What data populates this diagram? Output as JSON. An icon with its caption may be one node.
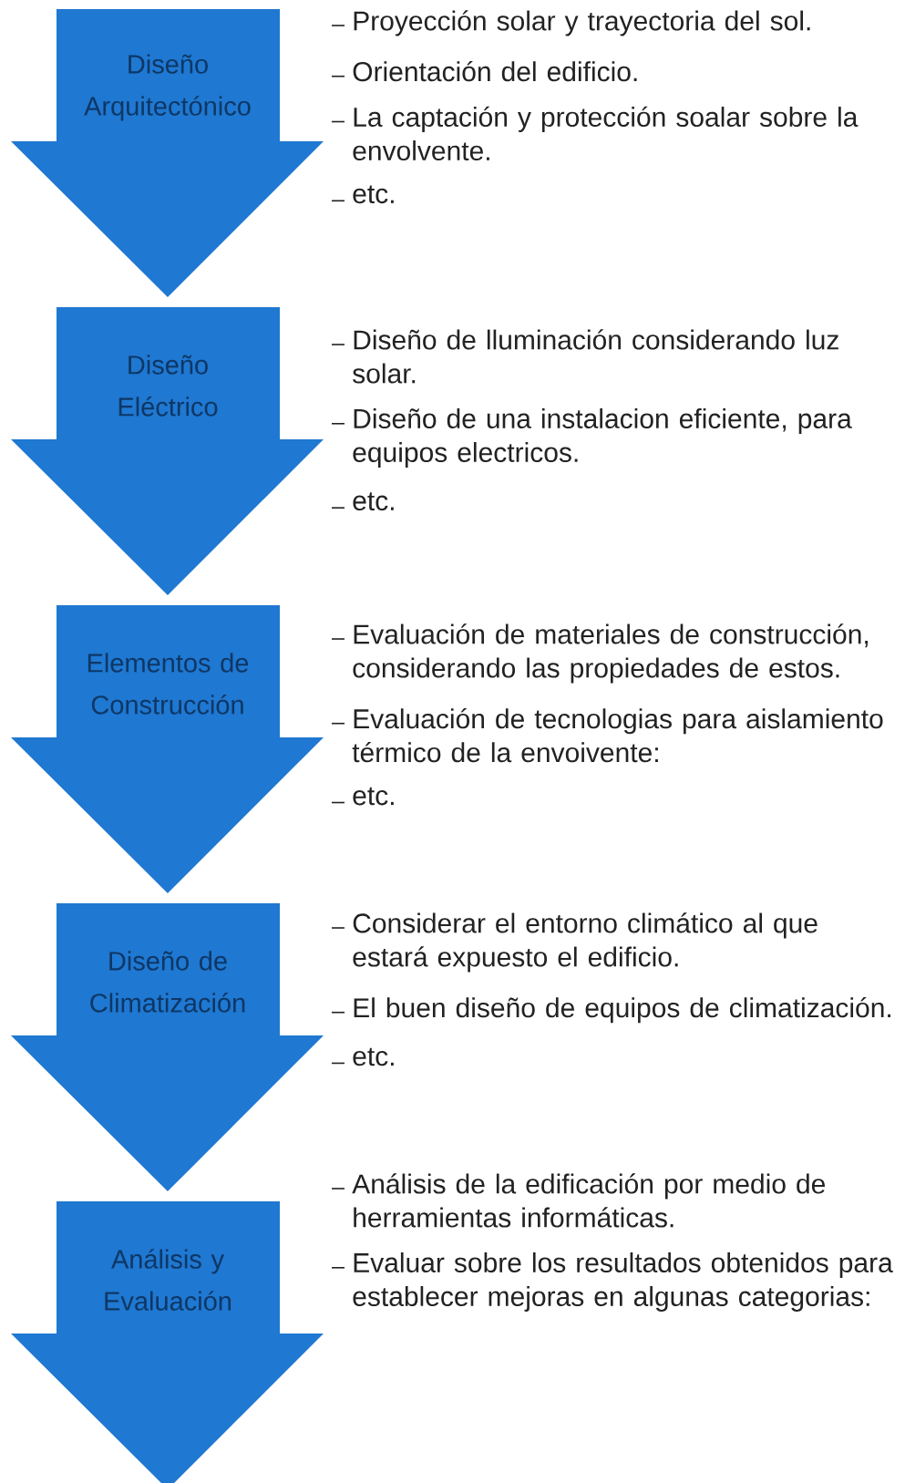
{
  "diagram": {
    "nodes": [
      {
        "text": [
          "Diseño Arquitectónico"
        ],
        "beside": [
          "Proyección solar y trayectoria del sol.",
          "Orientación del edificio.",
          "La captación y protección soalar sobre la envolvente.",
          "etc."
        ]
      },
      {
        "text": [
          "Diseño Eléctrico"
        ],
        "beside": [
          "Diseño de lluminación considerando luz solar.",
          "Diseño de una instalacion eficiente, para equipos electricos.",
          "etc."
        ]
      },
      {
        "text": [
          "Elementos de Construcción"
        ],
        "beside": [
          "Evaluación de materiales de construcción, considerando las propiedades de estos.",
          "Evaluación de tecnologias para aislamiento térmico de la envoivente:",
          "etc."
        ]
      },
      {
        "text": [
          "Diseño de Climatización"
        ],
        "beside": [
          "Considerar el entorno climático al que estará expuesto el edificio.",
          "El buen diseño de equipos de climatización.",
          "etc."
        ]
      },
      {
        "text": [
          "Análisis y Evaluación"
        ],
        "beside": [
          "Análisis de la edificación por medio de herramientas informáticas.",
          "Evaluar sobre los resultados obtenidos para establecer mejoras en algunas categorias:"
        ]
      }
    ]
  }
}
